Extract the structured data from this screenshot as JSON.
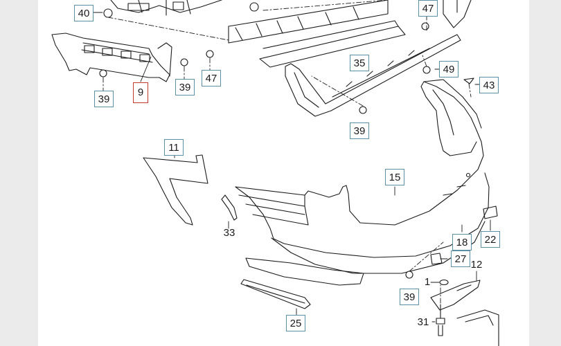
{
  "diagram": {
    "callouts": [
      {
        "id": "c40",
        "text": "40",
        "style": "boxed"
      },
      {
        "id": "c47a",
        "text": "47",
        "style": "boxed"
      },
      {
        "id": "c39a",
        "text": "39",
        "style": "boxed"
      },
      {
        "id": "c9",
        "text": "9",
        "style": "highlighted"
      },
      {
        "id": "c39b",
        "text": "39",
        "style": "boxed"
      },
      {
        "id": "c47b",
        "text": "47",
        "style": "boxed"
      },
      {
        "id": "c35",
        "text": "35",
        "style": "boxed"
      },
      {
        "id": "c49",
        "text": "49",
        "style": "boxed"
      },
      {
        "id": "c43",
        "text": "43",
        "style": "boxed"
      },
      {
        "id": "c39c",
        "text": "39",
        "style": "boxed"
      },
      {
        "id": "c11",
        "text": "11",
        "style": "boxed"
      },
      {
        "id": "c15",
        "text": "15",
        "style": "boxed"
      },
      {
        "id": "c33",
        "text": "33",
        "style": "plain"
      },
      {
        "id": "c18",
        "text": "18",
        "style": "boxed"
      },
      {
        "id": "c22",
        "text": "22",
        "style": "boxed"
      },
      {
        "id": "c27",
        "text": "27",
        "style": "boxed"
      },
      {
        "id": "c12",
        "text": "12",
        "style": "plain"
      },
      {
        "id": "c1",
        "text": "1",
        "style": "plain"
      },
      {
        "id": "c39d",
        "text": "39",
        "style": "boxed"
      },
      {
        "id": "c31",
        "text": "31",
        "style": "plain"
      },
      {
        "id": "c25",
        "text": "25",
        "style": "boxed"
      }
    ],
    "colors": {
      "line": "#1a1a1a",
      "callout_border": "#5b8fa6",
      "highlight_border": "#c0392b",
      "page_margin": "#ebebeb"
    }
  }
}
